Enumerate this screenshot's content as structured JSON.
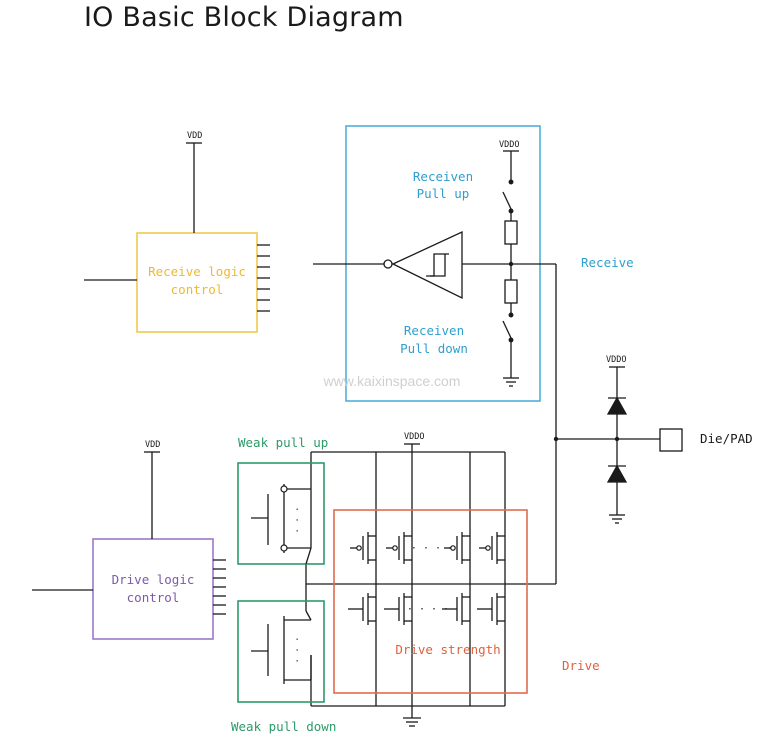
{
  "title": "IO Basic Block Diagram",
  "labels": {
    "vdd_receive": "VDD",
    "vdd_drive": "VDD",
    "vddo_receive": "VDDO",
    "vddo_pad": "VDDO",
    "vddo_drive": "VDDO",
    "receive_logic_1": "Receive logic",
    "receive_logic_2": "control",
    "receiven_pullup_1": "Receiven",
    "receiven_pullup_2": "Pull up",
    "receiven_pulldown_1": "Receiven",
    "receiven_pulldown_2": "Pull down",
    "receive": "Receive",
    "die_pad": "Die/PAD",
    "weak_pull_up": "Weak pull up",
    "weak_pull_down": "Weak pull down",
    "drive_logic_1": "Drive logic",
    "drive_logic_2": "control",
    "drive_strength": "Drive strength",
    "drive": "Drive",
    "watermark": "www.kaixinspace.com",
    "dots_top": "· · · ·",
    "dots_bottom": "· · · ·",
    "dots_weak_up": "·  ·  ·",
    "dots_weak_down": "·  ·  ·"
  },
  "colors": {
    "wire": "#1a1a1a",
    "receive_logic": "#f2c94c",
    "receive_label": "#f0b82e",
    "receive_block": "#4db0d6",
    "receive_text": "#2f9fcf",
    "weak_block": "#2e9a6a",
    "weak_text": "#2e9a6a",
    "drive_strength": "#e06b4f",
    "drive_text": "#e0603c",
    "drive_logic": "#9b79c8",
    "drive_logic_text": "#7d5aa9"
  }
}
